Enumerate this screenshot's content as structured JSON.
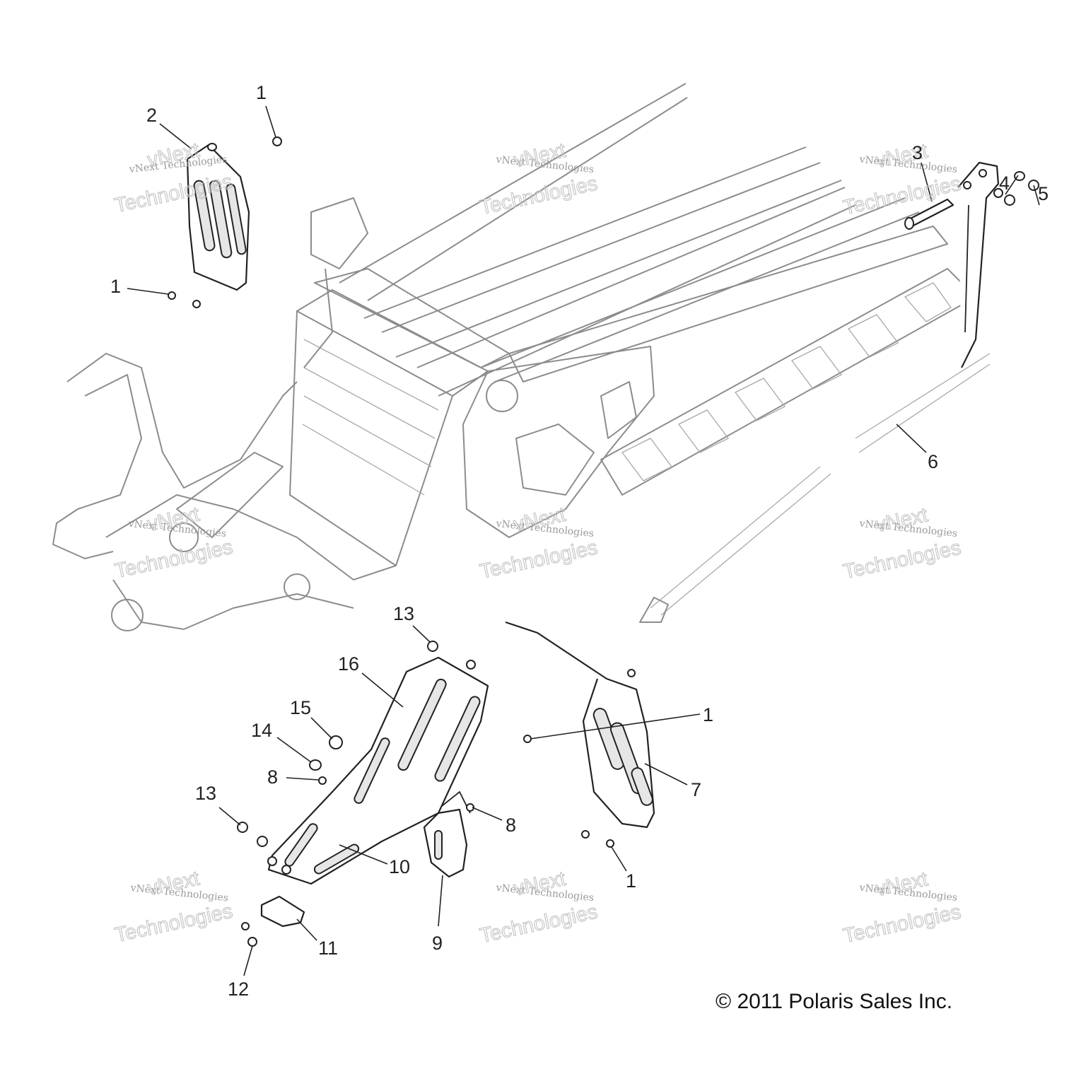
{
  "callouts": [
    {
      "id": "c1a",
      "label": "1"
    },
    {
      "id": "c2",
      "label": "2"
    },
    {
      "id": "c1b",
      "label": "1"
    },
    {
      "id": "c3",
      "label": "3"
    },
    {
      "id": "c4",
      "label": "4"
    },
    {
      "id": "c5",
      "label": "5"
    },
    {
      "id": "c6",
      "label": "6"
    },
    {
      "id": "c13a",
      "label": "13"
    },
    {
      "id": "c16",
      "label": "16"
    },
    {
      "id": "c15",
      "label": "15"
    },
    {
      "id": "c14",
      "label": "14"
    },
    {
      "id": "c8a",
      "label": "8"
    },
    {
      "id": "c13b",
      "label": "13"
    },
    {
      "id": "c10",
      "label": "10"
    },
    {
      "id": "c11",
      "label": "11"
    },
    {
      "id": "c12",
      "label": "12"
    },
    {
      "id": "c9",
      "label": "9"
    },
    {
      "id": "c8b",
      "label": "8"
    },
    {
      "id": "c1c",
      "label": "1"
    },
    {
      "id": "c7",
      "label": "7"
    },
    {
      "id": "c1d",
      "label": "1"
    }
  ],
  "watermarks": [
    {
      "line1": "vNext Technologies",
      "line2": "vNext",
      "line3": "Technologies"
    },
    {
      "line1": "vNext Technologies",
      "line2": "vNext",
      "line3": "Technologies"
    },
    {
      "line1": "vNext Technologies",
      "line2": "vNext",
      "line3": "Technologies"
    },
    {
      "line1": "vNext Technologies",
      "line2": "vNext",
      "line3": "Technologies"
    },
    {
      "line1": "vNext Technologies",
      "line2": "vNext",
      "line3": "Technologies"
    },
    {
      "line1": "vNext Technologies",
      "line2": "vNext",
      "line3": "Technologies"
    },
    {
      "line1": "vNext Technologies",
      "line2": "vNext",
      "line3": "Technologies"
    },
    {
      "line1": "vNext Technologies",
      "line2": "vNext",
      "line3": "Technologies"
    },
    {
      "line1": "vNext Technologies",
      "line2": "vNext",
      "line3": "Technologies"
    }
  ],
  "copyright": "© 2011 Polaris Sales Inc."
}
